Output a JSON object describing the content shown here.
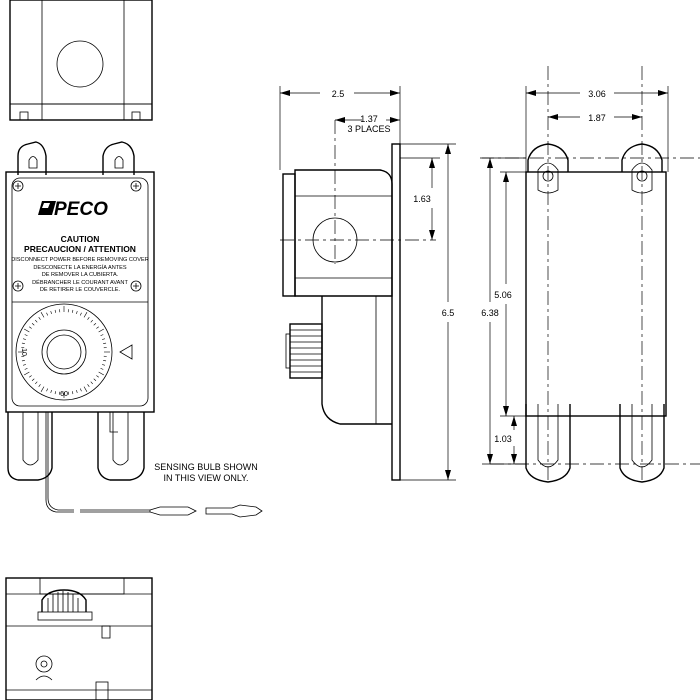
{
  "brand": "PECO",
  "caution": {
    "title": "CAUTION",
    "subtitle": "PRECAUCION / ATTENTION",
    "lines": [
      "DISCONNECT POWER BEFORE REMOVING COVER",
      "DESCONECTE LA ENERGÍA ANTES",
      "DE REMOVER LA CUBIERTA.",
      "DÉBRANCHER LE COURANT AVANT",
      "DE RETIRER LE COUVERCLE."
    ]
  },
  "dial": {
    "label_low": "10",
    "label_high": "60"
  },
  "note": [
    "SENSING BULB SHOWN",
    "IN THIS VIEW ONLY."
  ],
  "dims": {
    "side_width": "2.5",
    "hole_offset": "1.37",
    "places": "3 PLACES",
    "knockout_height": "1.63",
    "overall_height": "6.5",
    "slot_span": "6.38",
    "rear_width": "3.06",
    "slot_spacing": "1.87",
    "inner_height": "5.06",
    "bottom_slot": "1.03"
  }
}
